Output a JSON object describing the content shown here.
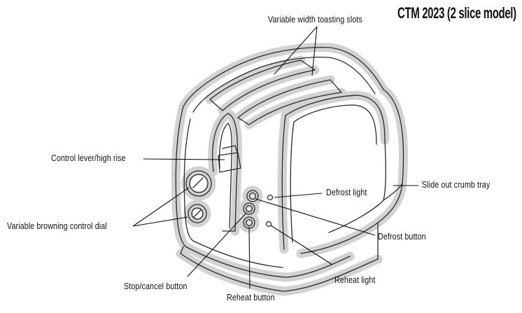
{
  "title": "CTM 2023 (2 slice model)",
  "labels": {
    "slots": "Variable width toasting slots",
    "lever": "Control lever/high rise",
    "dial": "Variable browning control dial",
    "defrost_light": "Defrost light",
    "crumb_tray": "Slide out crumb tray",
    "defrost_button": "Defrost button",
    "reheat_light": "Reheat light",
    "stop_button": "Stop/cancel button",
    "reheat_button": "Reheat button"
  },
  "colors": {
    "outline": "#2a2a2a",
    "halo": "#d2d2d2",
    "text": "#111111"
  }
}
